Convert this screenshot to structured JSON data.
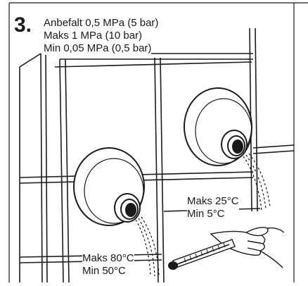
{
  "step": {
    "number": "3."
  },
  "pressure": {
    "recommended": "Anbefalt 0,5 MPa (5 bar)",
    "max": "Maks 1 MPa (10 bar)",
    "min": "Min 0,05 MPa (0,5 bar)"
  },
  "right_outlet": {
    "max_temp": "Maks 25°C",
    "min_temp": "Min 5°C"
  },
  "left_outlet": {
    "max_temp": "Maks 80°C",
    "min_temp": "Min 50°C"
  },
  "colors": {
    "line": "#1a1a1a",
    "background": "#ffffff"
  },
  "icons": [
    "hand-icon",
    "thermometer-icon"
  ]
}
